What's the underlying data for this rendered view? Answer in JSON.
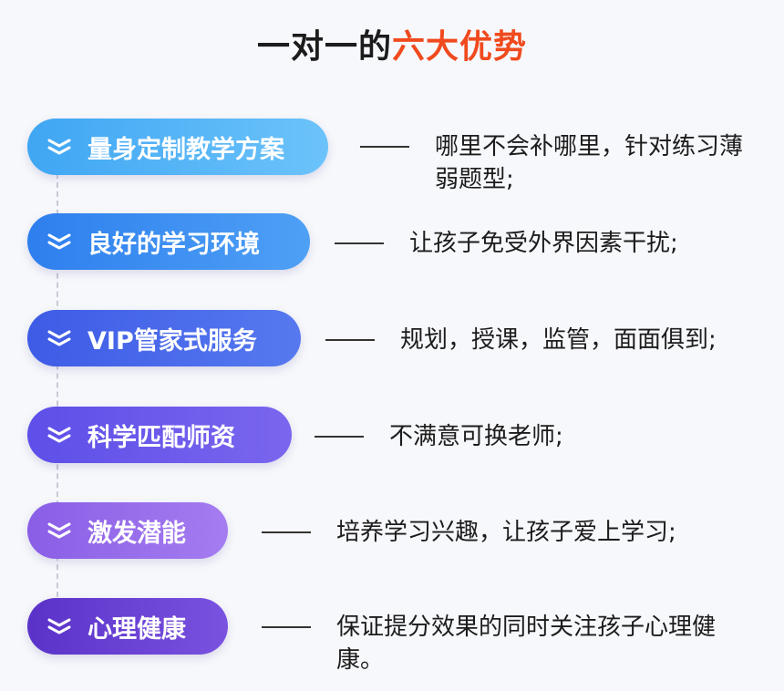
{
  "title": {
    "prefix": "一对一的",
    "highlight": "六大优势"
  },
  "colors": {
    "title_text": "#1c1c1c",
    "title_highlight": "#f04a1e",
    "pill_1": "#4db0f5",
    "pill_2": "#3b8cf0",
    "pill_3": "#4a6ae8",
    "pill_4": "#6a5aea",
    "pill_5": "#9068e8",
    "pill_6": "#6a3fd4"
  },
  "items": [
    {
      "label": "量身定制教学方案",
      "description": "哪里不会补哪里，针对练习薄弱题型;",
      "icon": "double-chevron-down-icon"
    },
    {
      "label": "良好的学习环境",
      "description": "让孩子免受外界因素干扰;",
      "icon": "double-chevron-down-icon"
    },
    {
      "label": "VIP管家式服务",
      "description": "规划，授课，监管，面面俱到;",
      "icon": "double-chevron-down-icon"
    },
    {
      "label": "科学匹配师资",
      "description": "不满意可换老师;",
      "icon": "double-chevron-down-icon"
    },
    {
      "label": "激发潜能",
      "description": "培养学习兴趣，让孩子爱上学习;",
      "icon": "double-chevron-down-icon"
    },
    {
      "label": "心理健康",
      "description": "保证提分效果的同时关注孩子心理健康。",
      "icon": "double-chevron-down-icon"
    }
  ]
}
